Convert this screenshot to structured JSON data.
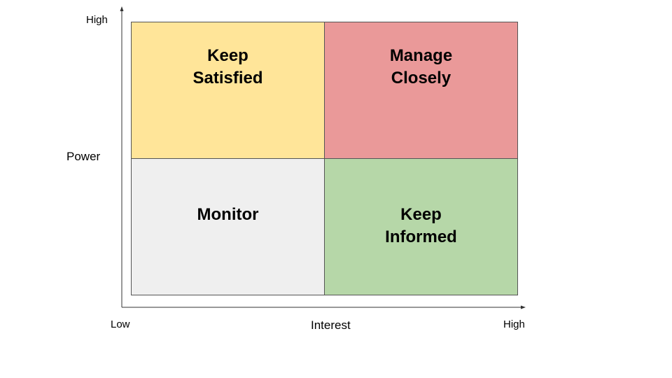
{
  "colors": {
    "keep_satisfied": "#FFE599",
    "manage_closely": "#EA9999",
    "monitor": "#EFEFEF",
    "keep_informed": "#B6D7A8",
    "axis": "#333333"
  },
  "quadrants": {
    "top_left": {
      "label": "Keep\nSatisfied"
    },
    "top_right": {
      "label": "Manage\nClosely"
    },
    "bottom_left": {
      "label": "Monitor"
    },
    "bottom_right": {
      "label": "Keep\nInformed"
    }
  },
  "y_axis": {
    "title": "Power",
    "high": "High"
  },
  "x_axis": {
    "title": "Interest",
    "low": "Low",
    "high": "High"
  }
}
